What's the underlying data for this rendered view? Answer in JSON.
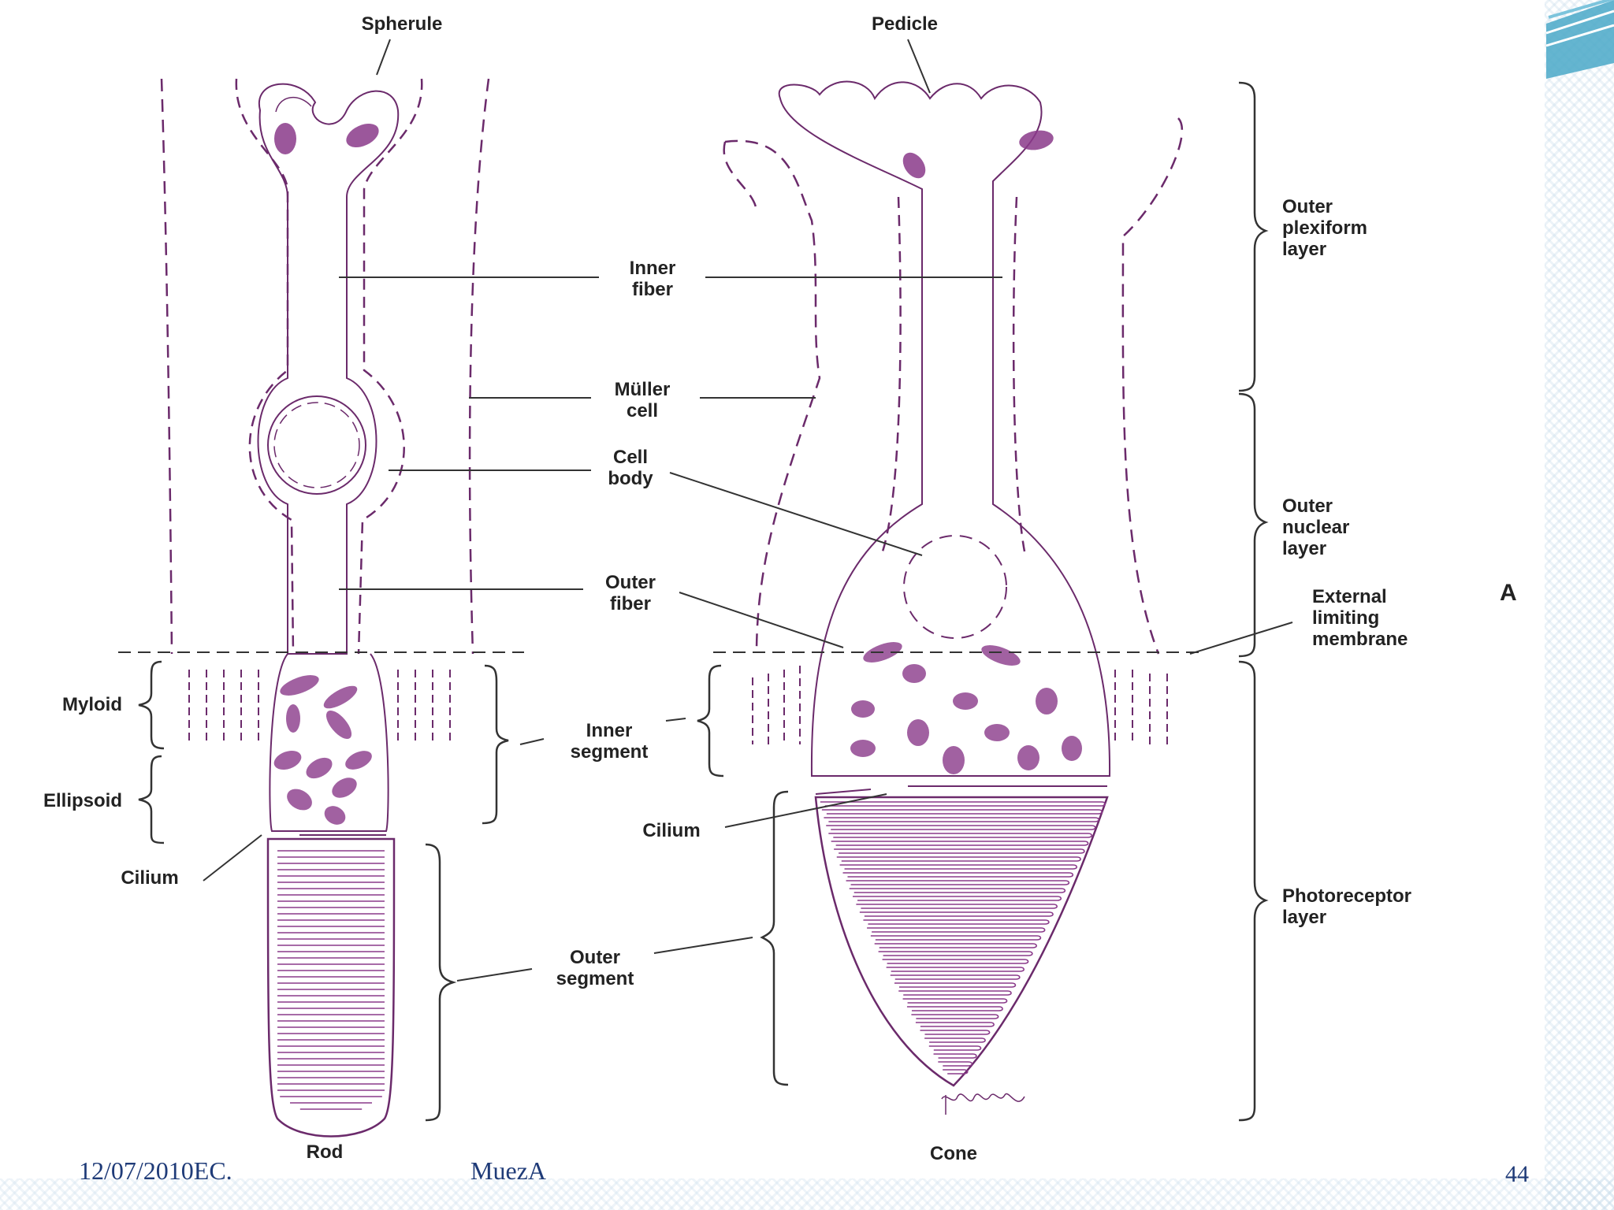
{
  "labels": {
    "spherule": "Spherule",
    "pedicle": "Pedicle",
    "inner_fiber_1": "Inner",
    "inner_fiber_2": "fiber",
    "muller_1": "Müller",
    "muller_2": "cell",
    "cell_body_1": "Cell",
    "cell_body_2": "body",
    "outer_fiber_1": "Outer",
    "outer_fiber_2": "fiber",
    "myloid": "Myloid",
    "ellipsoid": "Ellipsoid",
    "inner_segment_1": "Inner",
    "inner_segment_2": "segment",
    "cilium_rod": "Cilium",
    "cilium_cone": "Cilium",
    "outer_segment_1": "Outer",
    "outer_segment_2": "segment",
    "rod": "Rod",
    "cone": "Cone",
    "opl_1": "Outer",
    "opl_2": "plexiform",
    "opl_3": "layer",
    "onl_1": "Outer",
    "onl_2": "nuclear",
    "onl_3": "layer",
    "elm_1": "External",
    "elm_2": "limiting",
    "elm_3": "membrane",
    "panel": "A",
    "pr_1": "Photoreceptor",
    "pr_2": "layer"
  },
  "footer": {
    "date": "12/07/2010EC.",
    "author": "MuezA",
    "page": "44"
  },
  "colors": {
    "outline": "#6b2a6b",
    "organelle": "#8a3a8a",
    "line": "#333333",
    "footer_text": "#1f3b78",
    "corner_accent": "#4aa8c8"
  }
}
